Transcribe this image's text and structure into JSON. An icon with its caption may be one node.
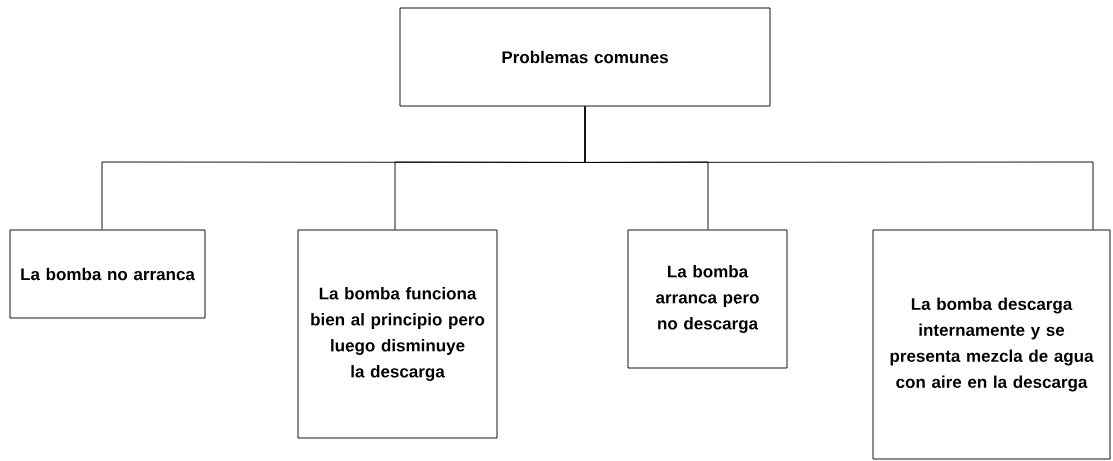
{
  "diagram": {
    "nodes": [
      {
        "text": [
          "Problemas comunes"
        ]
      },
      {
        "text": [
          "La bomba no arranca"
        ]
      },
      {
        "text": [
          "La bomba funciona bien al principio pero luego disminuye la descarga"
        ]
      },
      {
        "text": [
          "La bomba arranca pero no descarga"
        ]
      },
      {
        "text": [
          "La bomba descarga internamente y se presenta mezcla de agua con aire en la descarga"
        ]
      }
    ],
    "edges": [
      {
        "from": 0,
        "to": 1,
        "arrow": "none"
      },
      {
        "from": 0,
        "to": 2,
        "arrow": "none"
      },
      {
        "from": 0,
        "to": 3,
        "arrow": "none"
      },
      {
        "from": 0,
        "to": 4,
        "arrow": "none"
      }
    ]
  }
}
